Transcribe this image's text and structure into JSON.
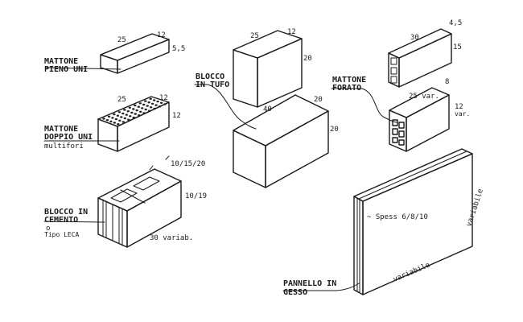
{
  "items": {
    "mattone_pieno": {
      "label1": "MATTONE",
      "label2": "PIENO UNI",
      "dim_length": "25",
      "dim_width": "12",
      "dim_height": "5,5"
    },
    "mattone_doppio": {
      "label1": "MATTONE",
      "label2": "DOPPIO UNI",
      "label3": "multifori",
      "dim_length": "25",
      "dim_width": "12",
      "dim_height": "12"
    },
    "blocco_cemento": {
      "label1": "BLOCCO IN",
      "label2": "CEMENTO",
      "label3": "o",
      "label4": "Tipo LECA",
      "dim_width": "10/15/20",
      "dim_height": "10/19",
      "dim_length": "30 variab."
    },
    "blocco_tufo": {
      "label1": "BLOCCO",
      "label2": "IN TUFO",
      "small_length": "25",
      "small_width": "12",
      "small_height": "20",
      "large_length": "40",
      "large_width": "20",
      "large_height": "20"
    },
    "mattone_forato": {
      "label1": "MATTONE",
      "label2": "FORATO",
      "top_length": "30",
      "top_width": "4,5",
      "top_height": "15",
      "bottom_length": "25 var.",
      "bottom_width": "8",
      "bottom_height1": "12",
      "bottom_height2": "var."
    },
    "pannello_gesso": {
      "label1": "PANNELLO IN",
      "label2": "GESSO",
      "thickness": "~ Spess 6/8/10",
      "height": "variabile",
      "width": "variabile"
    }
  }
}
